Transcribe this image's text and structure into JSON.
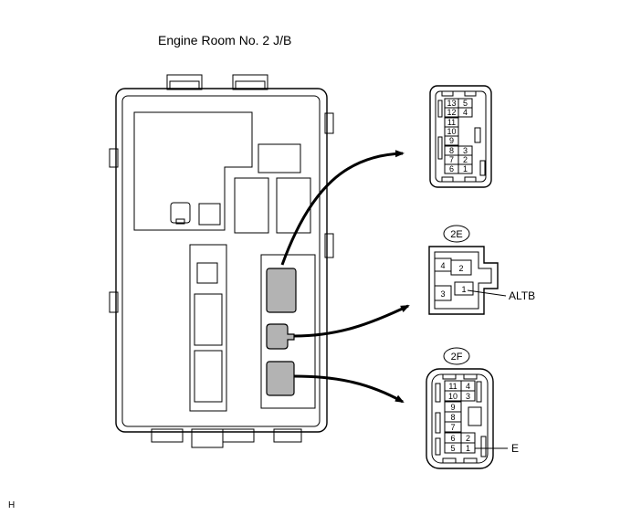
{
  "title": "Engine Room No. 2 J/B",
  "connectors": {
    "top": {
      "name": "",
      "pins": [
        "13",
        "5",
        "12",
        "4",
        "11",
        "10",
        "9",
        "8",
        "3",
        "7",
        "2",
        "6",
        "1"
      ]
    },
    "c2e": {
      "name": "2E",
      "pins": [
        "4",
        "2",
        "3",
        "1"
      ],
      "callout": "ALTB"
    },
    "c2f": {
      "name": "2F",
      "pins": [
        "11",
        "4",
        "10",
        "3",
        "9",
        "8",
        "7",
        "6",
        "2",
        "5",
        "1"
      ],
      "callout": "E"
    }
  },
  "corner_code": "H"
}
